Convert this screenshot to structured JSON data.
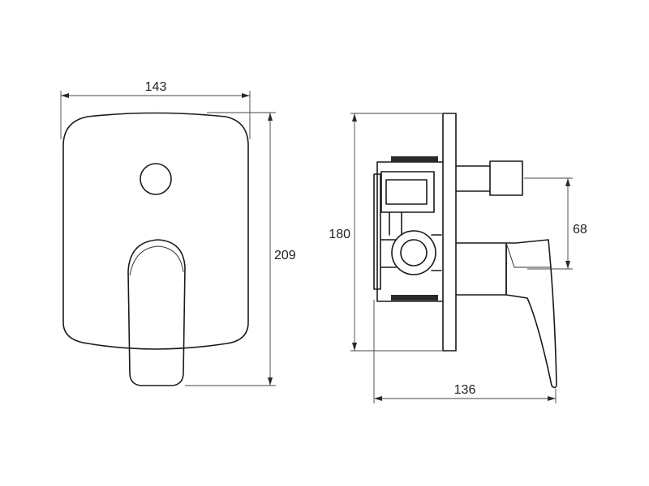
{
  "dimensions": {
    "front_width": "143",
    "front_height": "209",
    "side_height": "180",
    "outlet_offset": "68",
    "side_depth": "136"
  },
  "colors": {
    "line": "#1a1a1a",
    "dimension": "#444444",
    "background": "#ffffff"
  }
}
